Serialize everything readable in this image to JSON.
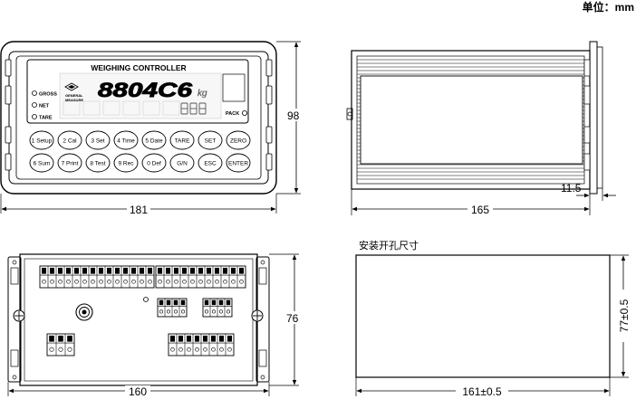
{
  "unit_note": "单位：mm",
  "front": {
    "title": "WEIGHING CONTROLLER",
    "indicators": [
      "GROSS",
      "NET",
      "TARE"
    ],
    "brand": [
      "GENERAL",
      "MEASURE"
    ],
    "main_display": "8804C6",
    "unit_kg": "kg",
    "pack_label": "PACK",
    "keys_row1": [
      "1 Setup",
      "2 Cal",
      "3 Set",
      "4 Time",
      "5 Date",
      "TARE",
      "SET",
      "ZERO"
    ],
    "keys_row2": [
      "6 Sum",
      "7 Print",
      "8 Test",
      "9 Rec",
      "0 Def",
      "G/N",
      "ESC",
      "ENTER"
    ],
    "width_dim": "181",
    "height_dim": "98"
  },
  "side": {
    "depth_dim": "165",
    "bezel_dim": "11.5"
  },
  "rear": {
    "width_dim": "160",
    "height_dim": "76"
  },
  "cutout": {
    "title": "安装开孔尺寸",
    "width_dim": "161±0.5",
    "height_dim": "77±0.5"
  }
}
